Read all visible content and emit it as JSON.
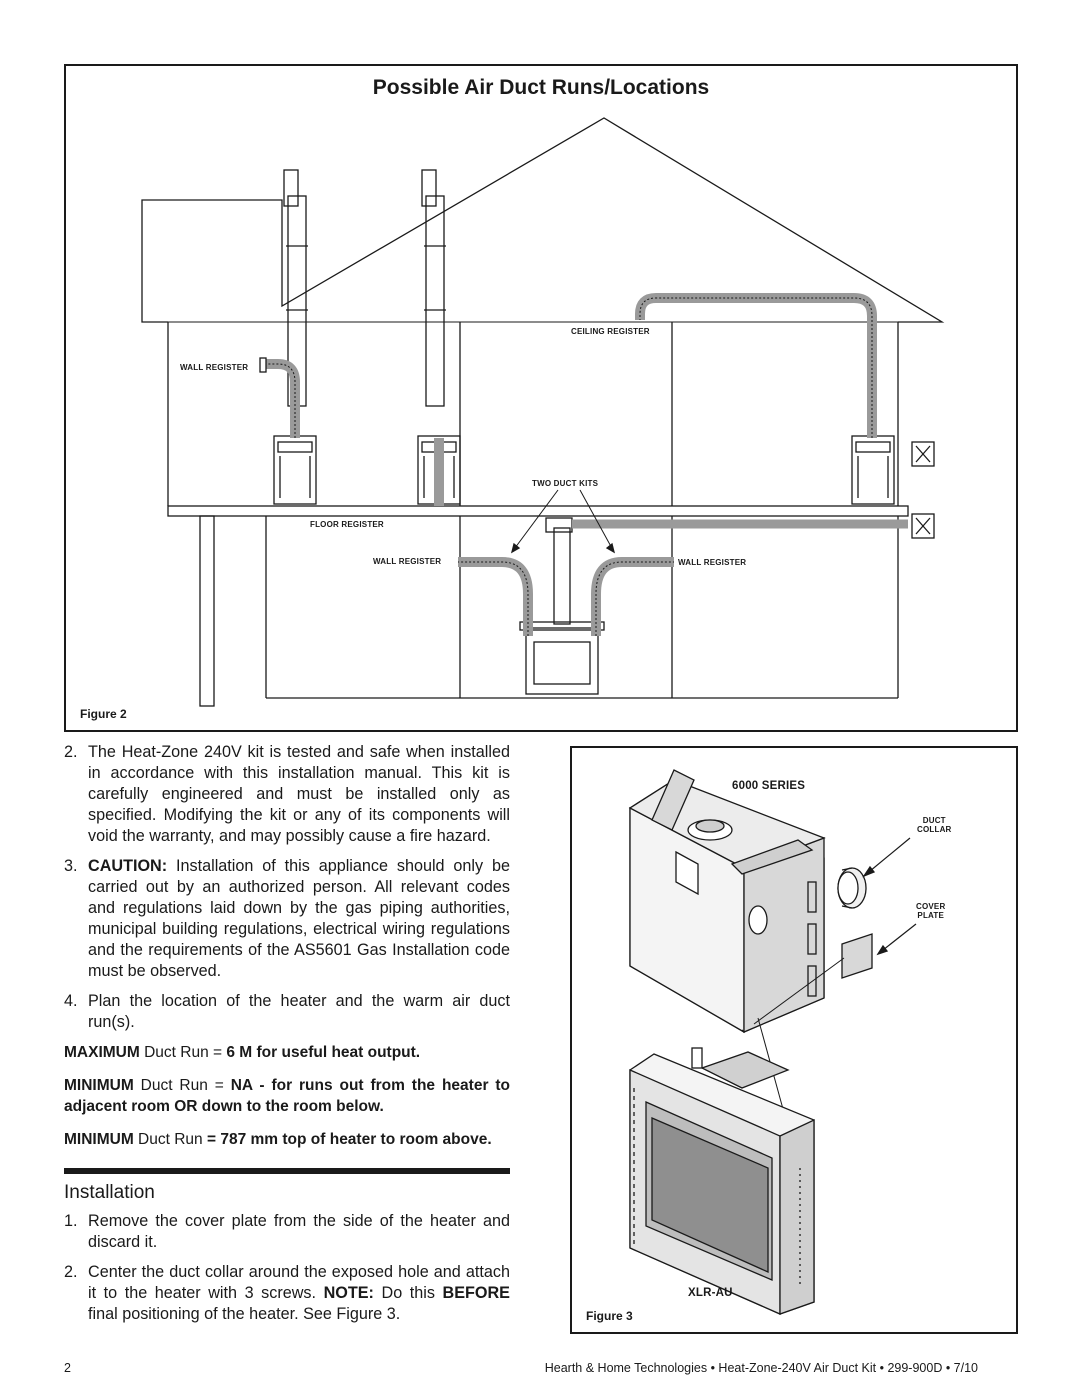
{
  "figure2": {
    "title": "Possible Air Duct Runs/Locations",
    "labels": {
      "wall_register_upper": "WALL REGISTER",
      "ceiling_register": "CEILING REGISTER",
      "two_duct_kits": "TWO DUCT KITS",
      "floor_register": "FLOOR REGISTER",
      "wall_register_left": "WALL REGISTER",
      "wall_register_right": "WALL REGISTER"
    },
    "caption": "Figure 2"
  },
  "figure3": {
    "model_top": "6000 SERIES",
    "duct_collar": [
      "DUCT",
      "COLLAR"
    ],
    "cover_plate": [
      "COVER",
      "PLATE"
    ],
    "model_bottom": "XLR-AU",
    "caption": "Figure 3"
  },
  "items": [
    {
      "num": "2.",
      "text": "The Heat-Zone 240V kit is tested and safe when installed in accordance with this installation manual. This kit is carefully engineered and must be installed only as specified. Modifying the kit or any of its components will void the warranty, and may possibly cause a fire hazard."
    },
    {
      "num": "3.",
      "bold": "CAUTION:",
      "text": " Installation of this appliance should only be carried out by an authorized person. All relevant codes and regulations laid down by the gas piping authorities, municipal building regulations, electrical wiring regulations and the requirements of the AS5601 Gas Installation code must be observed."
    },
    {
      "num": "4.",
      "text": "Plan the location of the heater and the warm air duct run(s)."
    }
  ],
  "specs": {
    "max": {
      "a": "MAXIMUM",
      "b": " Duct Run = ",
      "c": "6 M for useful heat output."
    },
    "min1": {
      "a": "MINIMUM",
      "b": " Duct Run = ",
      "c": "NA - for runs out from the heater to adjacent room OR down to the room below."
    },
    "min2": {
      "a": "MINIMUM",
      "b": " Duct Run ",
      "c": "= 787 mm top of heater to room above."
    }
  },
  "installation": {
    "title": "Installation",
    "steps": [
      {
        "num": "1.",
        "text": "Remove the cover plate from the side of the heater and discard it."
      },
      {
        "num": "2.",
        "pre": "Center the duct collar around the exposed hole and attach it to the heater with 3 screws. ",
        "note": "NOTE:",
        "mid": " Do this ",
        "before": "BEFORE",
        "post": " final positioning of the heater. See Figure 3."
      }
    ]
  },
  "footer": {
    "page": "2",
    "line": "Hearth & Home Technologies  •  Heat-Zone-240V Air Duct Kit  •  299-900D  •  7/10"
  }
}
